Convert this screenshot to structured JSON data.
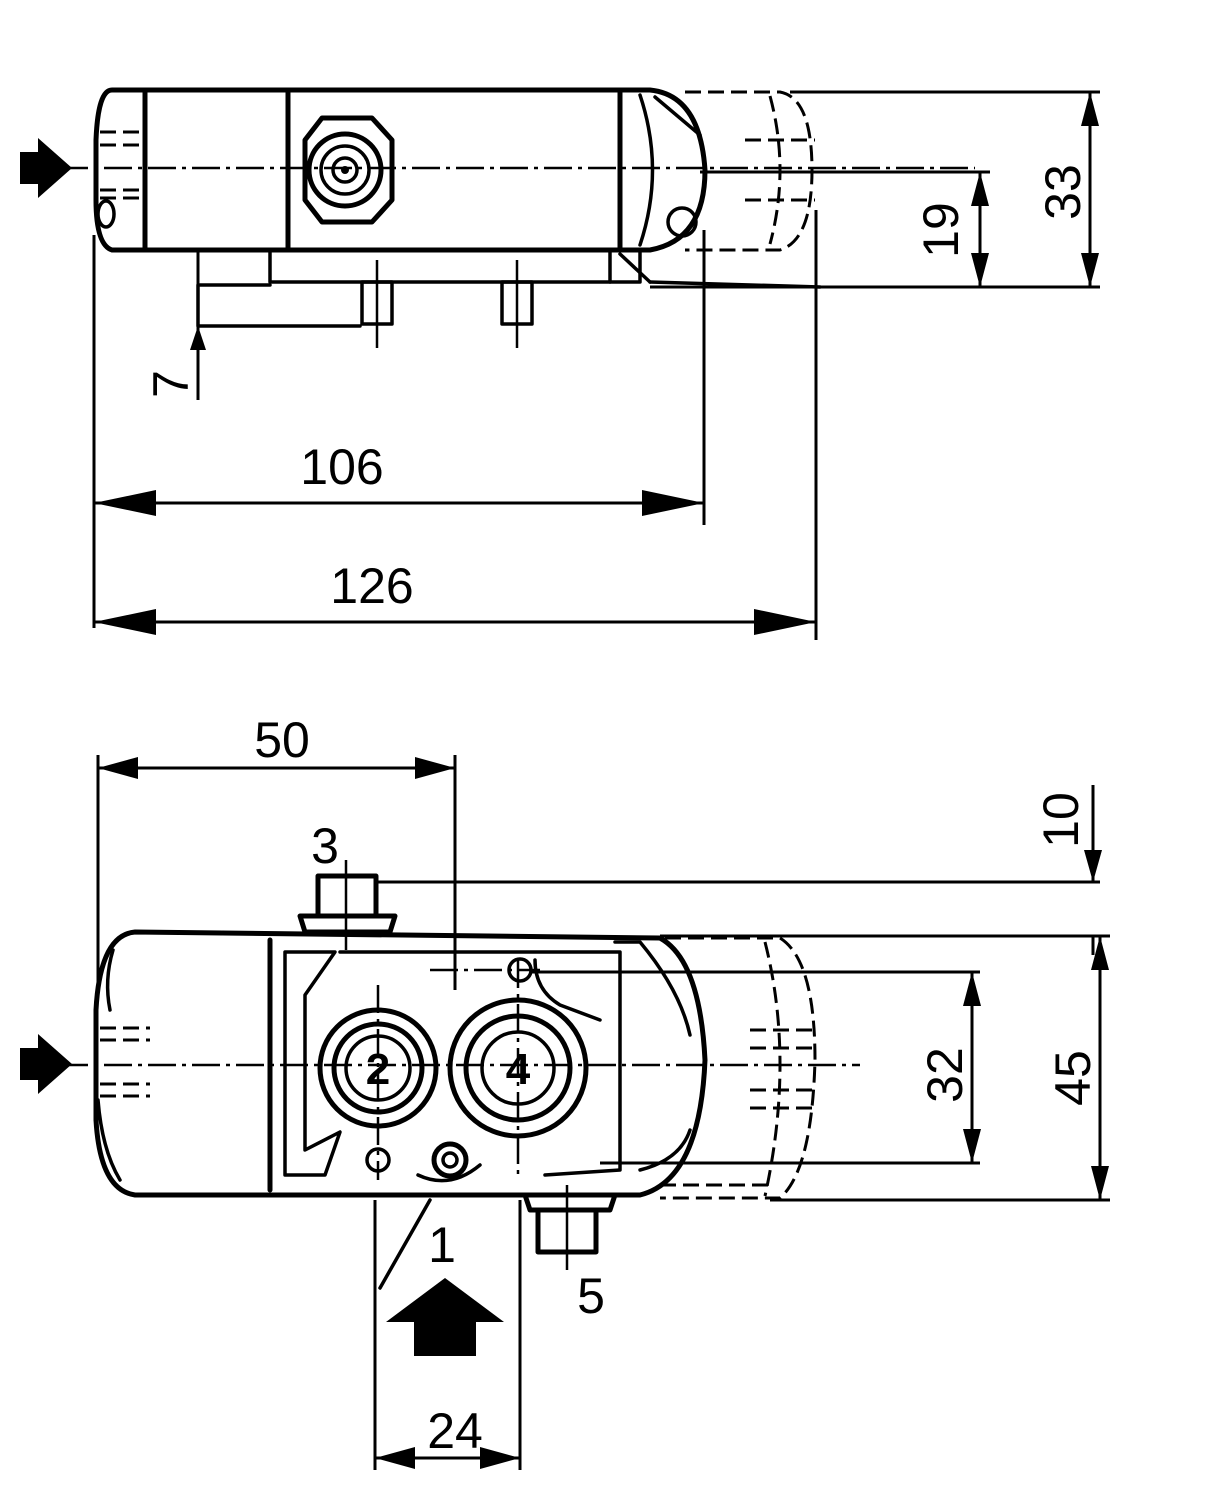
{
  "dimensions": {
    "top_height_total": "33",
    "top_height_axis": "19",
    "top_base_offset": "7",
    "top_length_body": "106",
    "top_length_total": "126",
    "bottom_width_50": "50",
    "bottom_offset_10": "10",
    "bottom_ports_spacing": "32",
    "bottom_height_total": "45",
    "bottom_port1_width": "24"
  },
  "ports": {
    "port_1": "1",
    "port_2": "2",
    "port_3": "3",
    "port_4": "4",
    "port_5": "5"
  }
}
